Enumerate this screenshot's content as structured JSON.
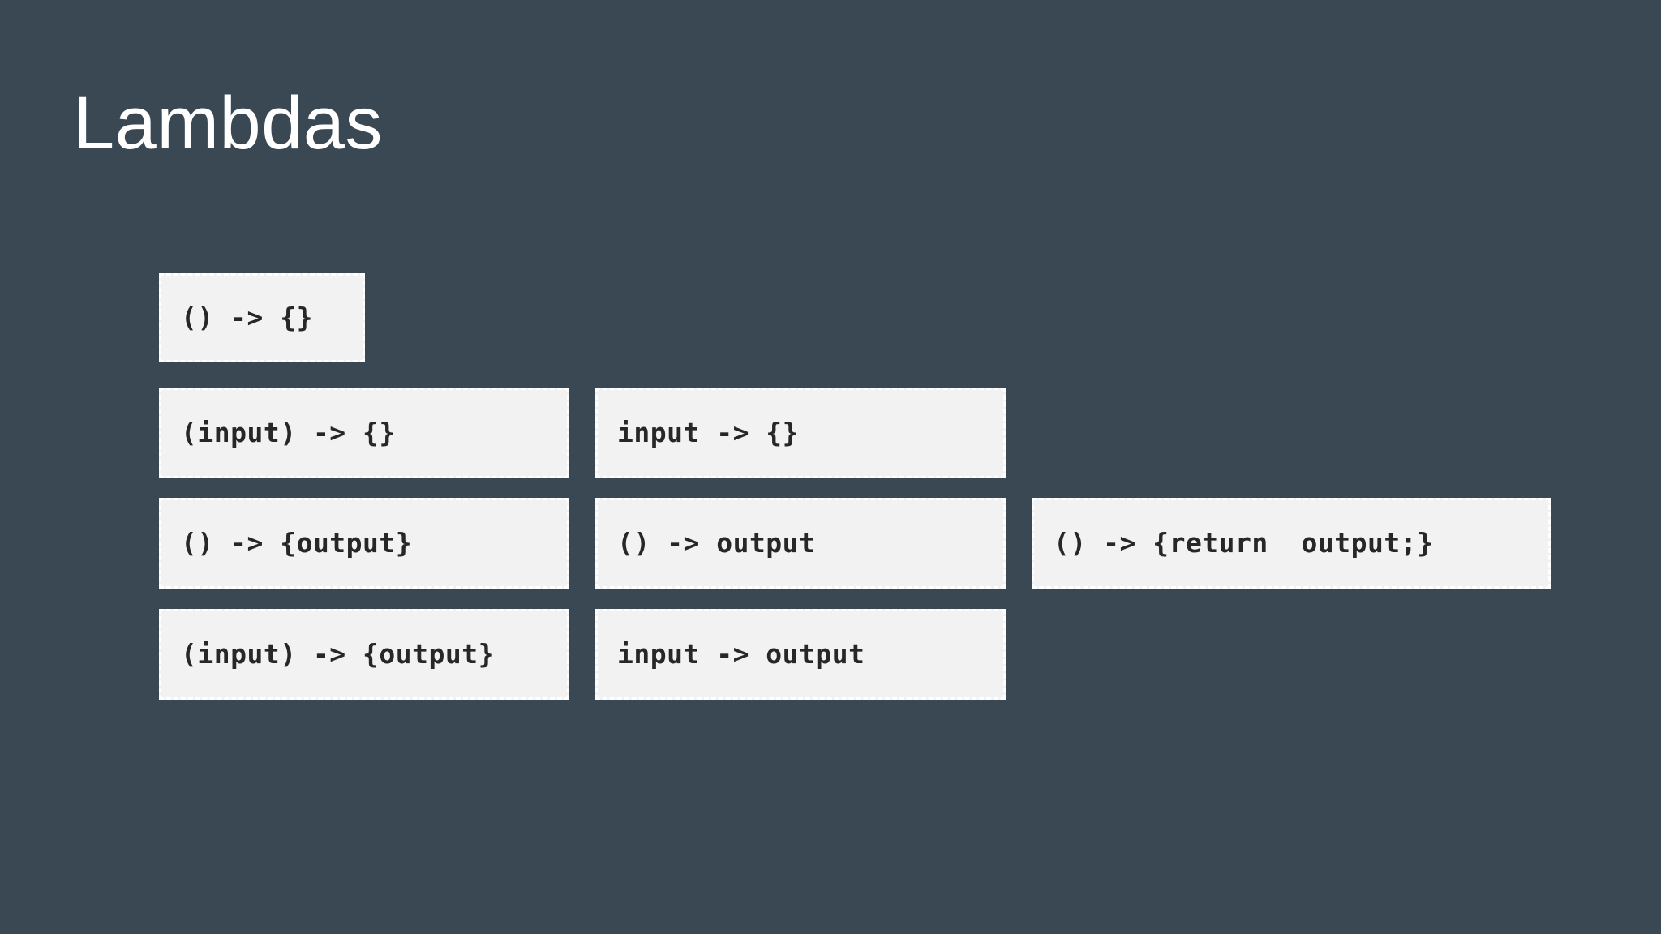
{
  "slide": {
    "title": "Lambdas",
    "background_color": "#394853",
    "title_color": "#ffffff",
    "box_fill_color": "#f2f2f2",
    "box_border_color": "#ffffff",
    "code_text_color": "#272727"
  },
  "grid": {
    "rows": [
      {
        "cells": [
          {
            "code": "() -> {}",
            "size": "xs"
          }
        ]
      },
      {
        "cells": [
          {
            "code": "(input) -> {}",
            "size": "md"
          },
          {
            "code": "input -> {}",
            "size": "md"
          }
        ]
      },
      {
        "cells": [
          {
            "code": "() -> {output}",
            "size": "md"
          },
          {
            "code": "() -> output",
            "size": "md"
          },
          {
            "code": "() -> {return  output;}",
            "size": "lg"
          }
        ]
      },
      {
        "cells": [
          {
            "code": "(input) -> {output}",
            "size": "md"
          },
          {
            "code": "input -> output",
            "size": "md"
          }
        ]
      }
    ]
  }
}
